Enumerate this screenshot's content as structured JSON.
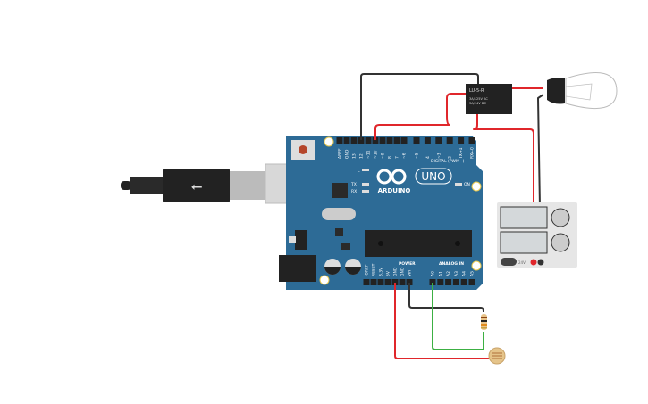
{
  "arduino": {
    "brand": "ARDUINO",
    "model": "UNO",
    "digital_label": "DIGITAL (PWM~)",
    "power_label": "POWER",
    "analog_label": "ANALOG IN",
    "led_l": "L",
    "led_tx": "TX",
    "led_rx": "RX",
    "led_on": "ON",
    "top_pins": [
      "AREF",
      "GND",
      "13",
      "12",
      "~11",
      "~10",
      "~9",
      "8",
      "7",
      "~6",
      "~5",
      "4",
      "~3",
      "2",
      "TX→1",
      "RX←0"
    ],
    "bottom_pins": [
      "IOREF",
      "RESET",
      "3.3V",
      "5V",
      "GND",
      "GND",
      "Vin",
      "A0",
      "A1",
      "A2",
      "A3",
      "A4",
      "A5"
    ]
  },
  "relay": {
    "name": "LU-5-R",
    "line1": "3A/125V AC",
    "line2": "3A/24V DC"
  },
  "power_supply": {
    "label": "24V"
  },
  "colors": {
    "board": "#2d6b96",
    "wire_red": "#e0262b",
    "wire_black": "#333333",
    "wire_green": "#3cb043"
  }
}
